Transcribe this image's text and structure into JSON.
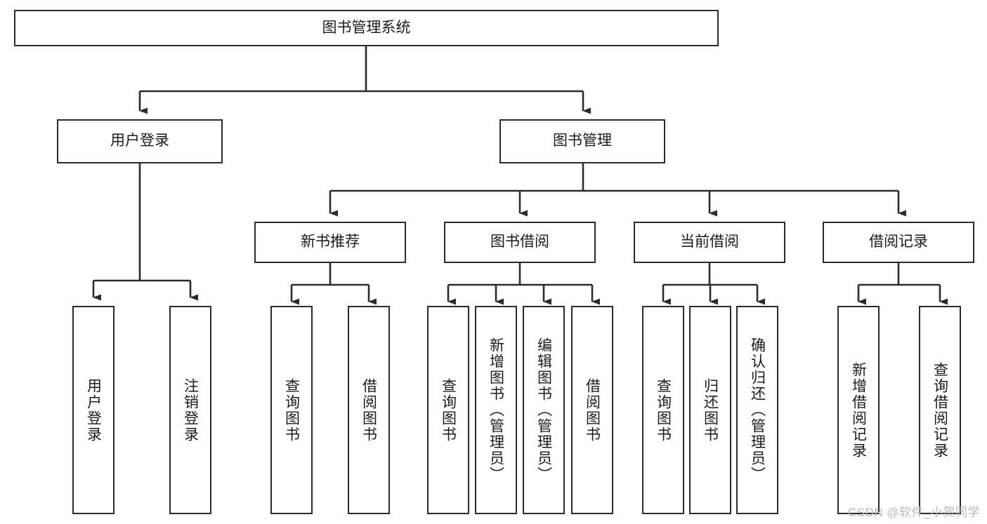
{
  "diagram": {
    "title": "图书管理系统",
    "watermark": "CSDN @软件_小贺同学",
    "colors": {
      "border": "#2b2b2b",
      "background": "#ffffff",
      "text": "#1b1b1b",
      "watermark": "#b9b9b9",
      "edge": "#2b2b2b"
    },
    "levels": {
      "root": {
        "label": "图书管理系统"
      },
      "level2": [
        {
          "id": "user-login",
          "label": "用户登录"
        },
        {
          "id": "book-management",
          "label": "图书管理"
        }
      ],
      "level3": [
        {
          "id": "new-book-recommend",
          "label": "新书推荐",
          "parent": "book-management"
        },
        {
          "id": "book-borrow",
          "label": "图书借阅",
          "parent": "book-management"
        },
        {
          "id": "current-borrow",
          "label": "当前借阅",
          "parent": "book-management"
        },
        {
          "id": "borrow-record",
          "label": "借阅记录",
          "parent": "book-management"
        }
      ],
      "leaves": {
        "user-login": [
          {
            "id": "leaf-user-login",
            "label": "用户登录"
          },
          {
            "id": "leaf-user-logout",
            "label": "注销登录"
          }
        ],
        "new-book-recommend": [
          {
            "id": "leaf-query-book-1",
            "label": "查询图书"
          },
          {
            "id": "leaf-borrow-book-1",
            "label": "借阅图书"
          }
        ],
        "book-borrow": [
          {
            "id": "leaf-query-book-2",
            "label": "查询图书"
          },
          {
            "id": "leaf-add-book",
            "label": "新增图书（管理员）"
          },
          {
            "id": "leaf-edit-book",
            "label": "编辑图书（管理员）"
          },
          {
            "id": "leaf-borrow-book-2",
            "label": "借阅图书"
          }
        ],
        "current-borrow": [
          {
            "id": "leaf-query-book-3",
            "label": "查询图书"
          },
          {
            "id": "leaf-return-book",
            "label": "归还图书"
          },
          {
            "id": "leaf-confirm-return",
            "label": "确认归还（管理员）"
          }
        ],
        "borrow-record": [
          {
            "id": "leaf-add-record",
            "label": "新增借阅记录"
          },
          {
            "id": "leaf-query-record",
            "label": "查询借阅记录"
          }
        ]
      }
    }
  }
}
